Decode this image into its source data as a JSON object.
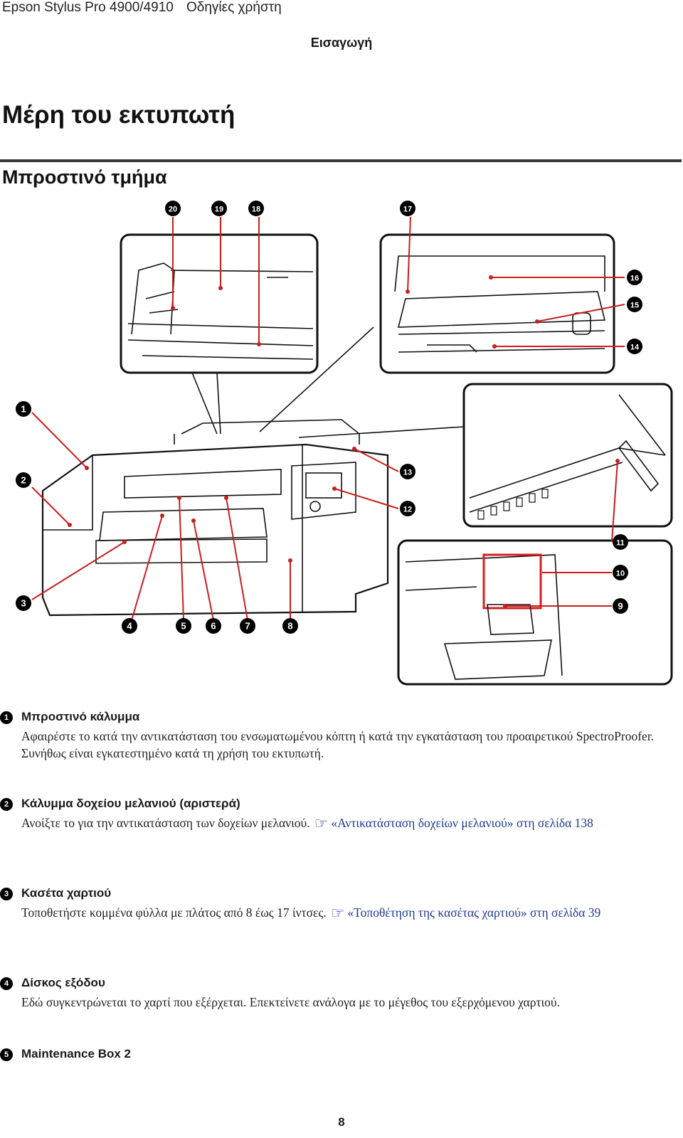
{
  "header": {
    "product": "Epson Stylus Pro 4900/4910",
    "guide": "Οδηγίες χρήστη"
  },
  "section_label": "Εισαγωγή",
  "page_title": "Μέρη του εκτυπωτή",
  "subsection_title": "Μπροστινό τμήμα",
  "callouts": [
    "1",
    "2",
    "3",
    "4",
    "5",
    "6",
    "7",
    "8",
    "9",
    "10",
    "11",
    "12",
    "13",
    "14",
    "15",
    "16",
    "17",
    "18",
    "19",
    "20"
  ],
  "items": [
    {
      "num": "1",
      "title": "Μπροστινό κάλυμμα",
      "text": "Αφαιρέστε το κατά την αντικατάσταση του ενσωματωμένου κόπτη ή κατά την εγκατάσταση του προαιρετικού SpectroProofer. Συνήθως είναι εγκατεστημένο κατά τη χρήση του εκτυπωτή."
    },
    {
      "num": "2",
      "title": "Κάλυμμα δοχείου μελανιού (αριστερά)",
      "text": "Ανοίξτε το για την αντικατάσταση των δοχείων μελανιού.",
      "link": "«Αντικατάσταση δοχείων μελανιού» στη σελίδα 138"
    },
    {
      "num": "3",
      "title": "Κασέτα χαρτιού",
      "text": "Τοποθετήστε κομμένα φύλλα με πλάτος από 8 έως 17 ίντσες.",
      "link": "«Τοποθέτηση της κασέτας χαρτιού» στη σελίδα 39"
    },
    {
      "num": "4",
      "title": "Δίσκος εξόδου",
      "text": "Εδώ συγκεντρώνεται το χαρτί που εξέρχεται. Επεκτείνετε ανάλογα με το μέγεθος του εξερχόμενου χαρτιού."
    },
    {
      "num": "5",
      "title": "Maintenance Box 2"
    }
  ],
  "page_number": "8"
}
